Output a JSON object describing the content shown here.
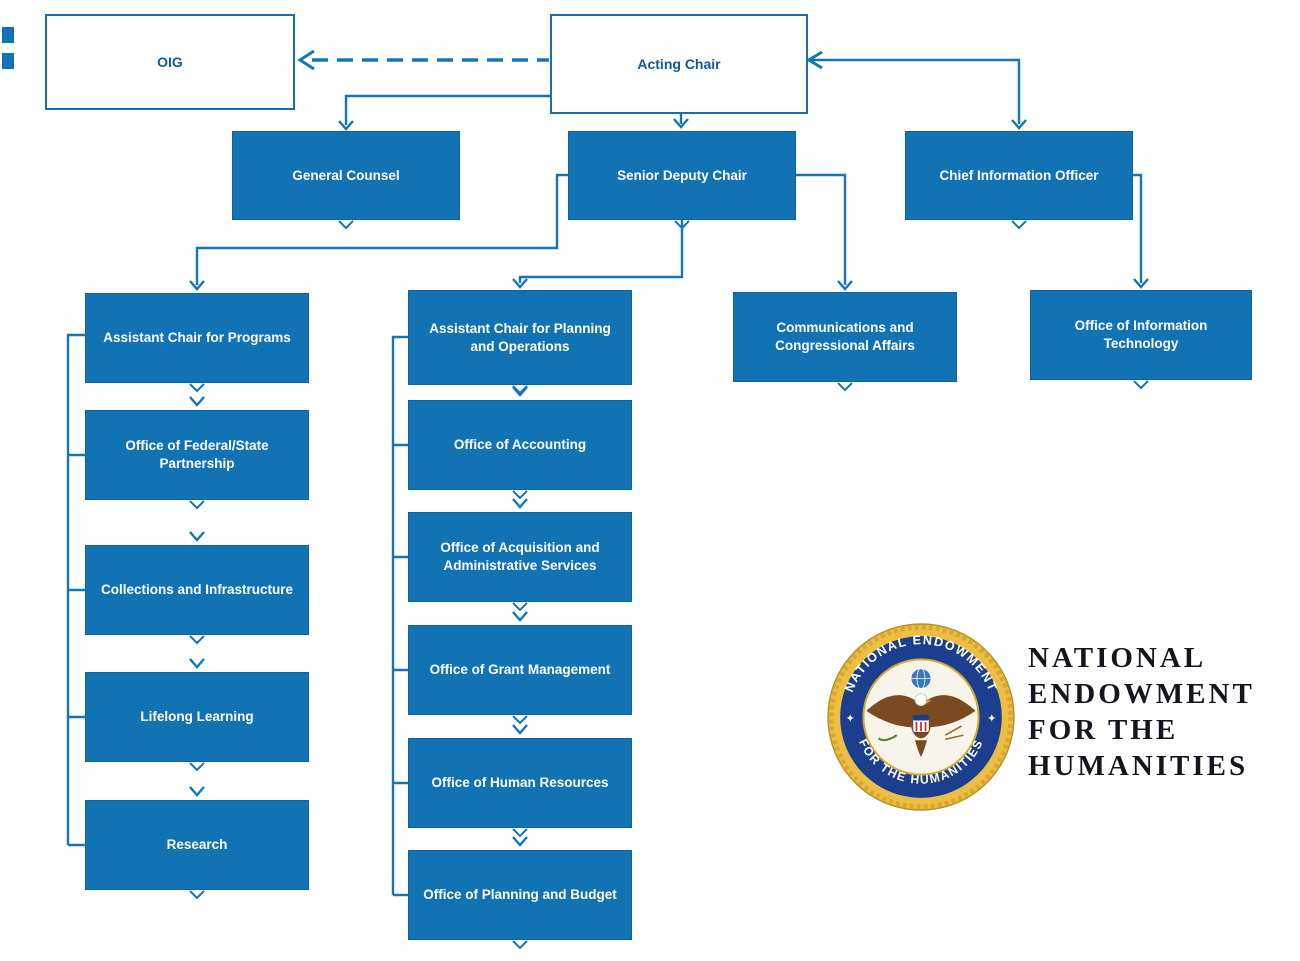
{
  "colors": {
    "box_blue": "#1172b4",
    "line_blue": "#1575b6",
    "white_box_text": "#11589c",
    "seal_navy": "#1c3e8e",
    "seal_gold": "#ecbe44",
    "wordmark_color": "#15151f"
  },
  "nodes": {
    "oig": {
      "label": "OIG"
    },
    "acting_chair": {
      "label": "Acting Chair"
    },
    "general_counsel": {
      "label": "General Counsel"
    },
    "senior_deputy_chair": {
      "label": "Senior Deputy Chair"
    },
    "chief_information_officer": {
      "label": "Chief Information Officer"
    },
    "assistant_chair_programs": {
      "label": "Assistant Chair for Programs"
    },
    "assistant_chair_planning": {
      "label": "Assistant Chair for Planning and Operations"
    },
    "communications": {
      "label": "Communications and Congressional Affairs"
    },
    "office_information_technology": {
      "label": "Office of Information Technology"
    },
    "federal_state_partnership": {
      "label": "Office of Federal/State Partnership"
    },
    "collections_infrastructure": {
      "label": "Collections and Infrastructure"
    },
    "lifelong_learning": {
      "label": "Lifelong Learning"
    },
    "research": {
      "label": "Research"
    },
    "office_accounting": {
      "label": "Office of Accounting"
    },
    "office_acquisition": {
      "label": "Office of Acquisition and Administrative Services"
    },
    "office_grant_management": {
      "label": "Office of Grant Management"
    },
    "office_human_resources": {
      "label": "Office of Human Resources"
    },
    "office_planning_budget": {
      "label": "Office of Planning and Budget"
    }
  },
  "logo": {
    "seal_top_text": "NATIONAL ENDOWMENT",
    "seal_bottom_text": "FOR THE HUMANITIES",
    "star_left": "✦",
    "star_right": "✦",
    "name_lines": [
      "NATIONAL",
      "ENDOWMENT",
      "FOR THE",
      "HUMANITIES"
    ]
  }
}
